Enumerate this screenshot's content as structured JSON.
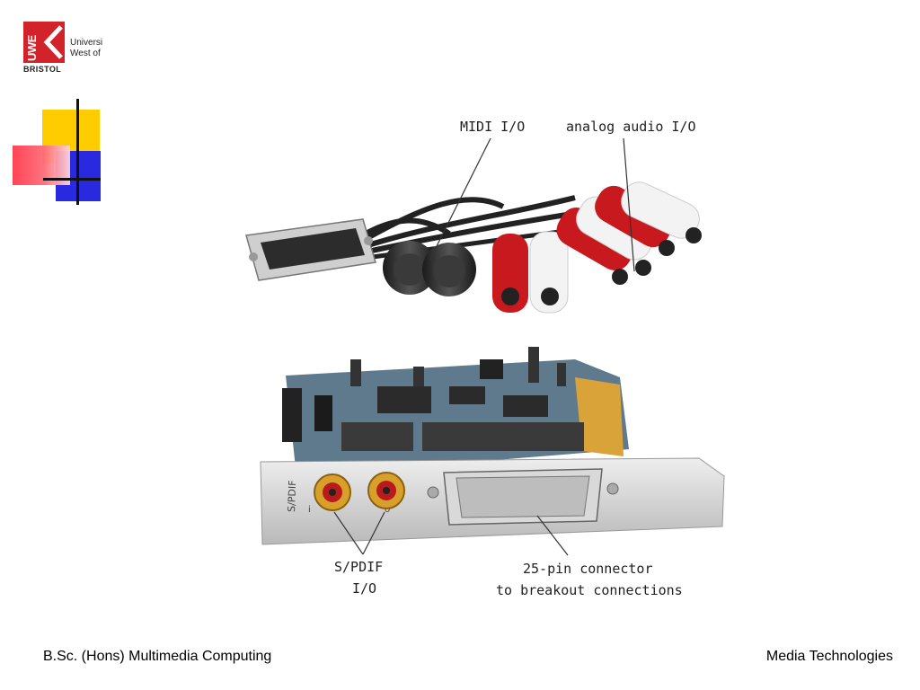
{
  "logo": {
    "uwe": "UWE",
    "line1": "University of the",
    "line2": "West of England",
    "bristol": "BRISTOL",
    "color": "#d2232a"
  },
  "labels": {
    "midi": "MIDI I/O",
    "analog": "analog audio I/O",
    "spdif_line1": "S/PDIF",
    "spdif_line2": "I/O",
    "pin_line1": "25-pin connector",
    "pin_line2": "to breakout connections",
    "bracket_spdif": "S/PDIF",
    "bracket_i": "i",
    "bracket_o": "o"
  },
  "footer": {
    "left": "B.Sc. (Hons) Multimedia Computing",
    "right": "Media Technologies"
  }
}
